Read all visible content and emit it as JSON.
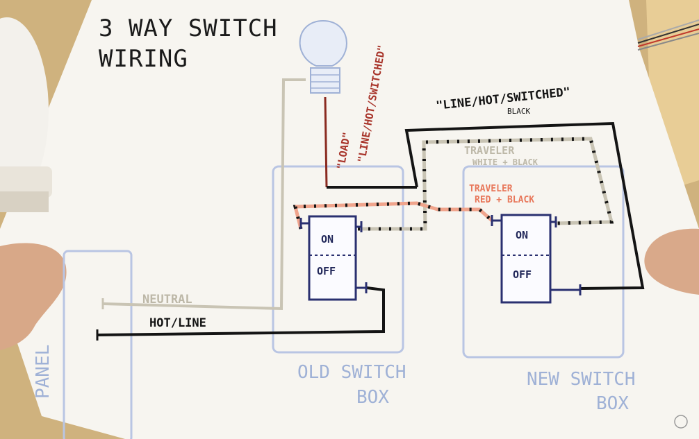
{
  "title": {
    "line1": "3 WAY SWITCH",
    "line2": "WIRING"
  },
  "labels": {
    "load": "\"LOAD\"",
    "line_hot_switched_vertical": "\"LINE/HOT/SWITCHED\"",
    "line_hot_switched_top": "\"LINE/HOT/SWITCHED\"",
    "black": "BLACK",
    "traveler1_line1": "TRAVELER",
    "traveler1_line2": "WHITE + BLACK",
    "traveler2_line1": "TRAVELER",
    "traveler2_line2": "RED + BLACK",
    "neutral": "NEUTRAL",
    "hot_line": "HOT/LINE",
    "panel": "PANEL",
    "old_box_line1": "OLD SWITCH",
    "old_box_line2": "BOX",
    "new_box_line1": "NEW SWITCH",
    "new_box_line2": "BOX"
  },
  "switches": {
    "old": {
      "on": "ON",
      "off": "OFF"
    },
    "new": {
      "on": "ON",
      "off": "OFF"
    }
  },
  "colors": {
    "black_wire": "#141414",
    "white_wire": "#c9c4b4",
    "red_wire": "#f0a48c",
    "load_wire": "#8a2a20",
    "box_outline": "#b9c5e3",
    "switch_outline": "#2a3070",
    "paper": "#f7f5f0"
  }
}
